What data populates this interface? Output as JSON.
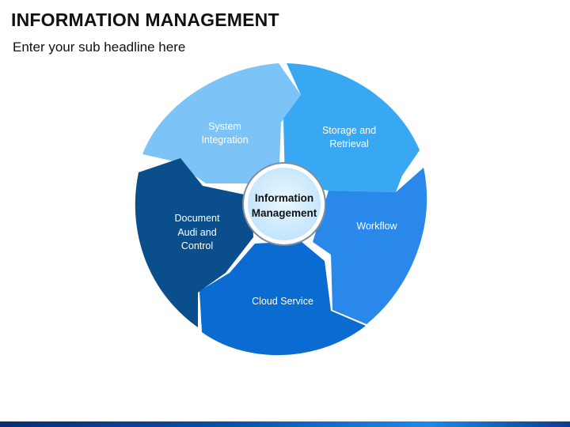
{
  "header": {
    "title": "INFORMATION MANAGEMENT",
    "subtitle": "Enter your sub headline here"
  },
  "diagram": {
    "center": {
      "label_line1": "Information",
      "label_line2": "Management"
    },
    "segments": [
      {
        "id": "system-integration",
        "lines": [
          "System",
          "Integration"
        ],
        "color": "#7cc3f7"
      },
      {
        "id": "storage-retrieval",
        "lines": [
          "Storage and",
          "Retrieval"
        ],
        "color": "#38a8f2"
      },
      {
        "id": "workflow",
        "lines": [
          "Workflow"
        ],
        "color": "#2a88ea"
      },
      {
        "id": "cloud-service",
        "lines": [
          "Cloud Service"
        ],
        "color": "#0a6cd0"
      },
      {
        "id": "document-audit",
        "lines": [
          "Document",
          "Audi and",
          "Control"
        ],
        "color": "#0a4f8c"
      }
    ]
  },
  "colors": {
    "center_fill": "#d8efff",
    "center_ring": "#7b8f9f",
    "bottom_bar": "#0a3d8f"
  }
}
